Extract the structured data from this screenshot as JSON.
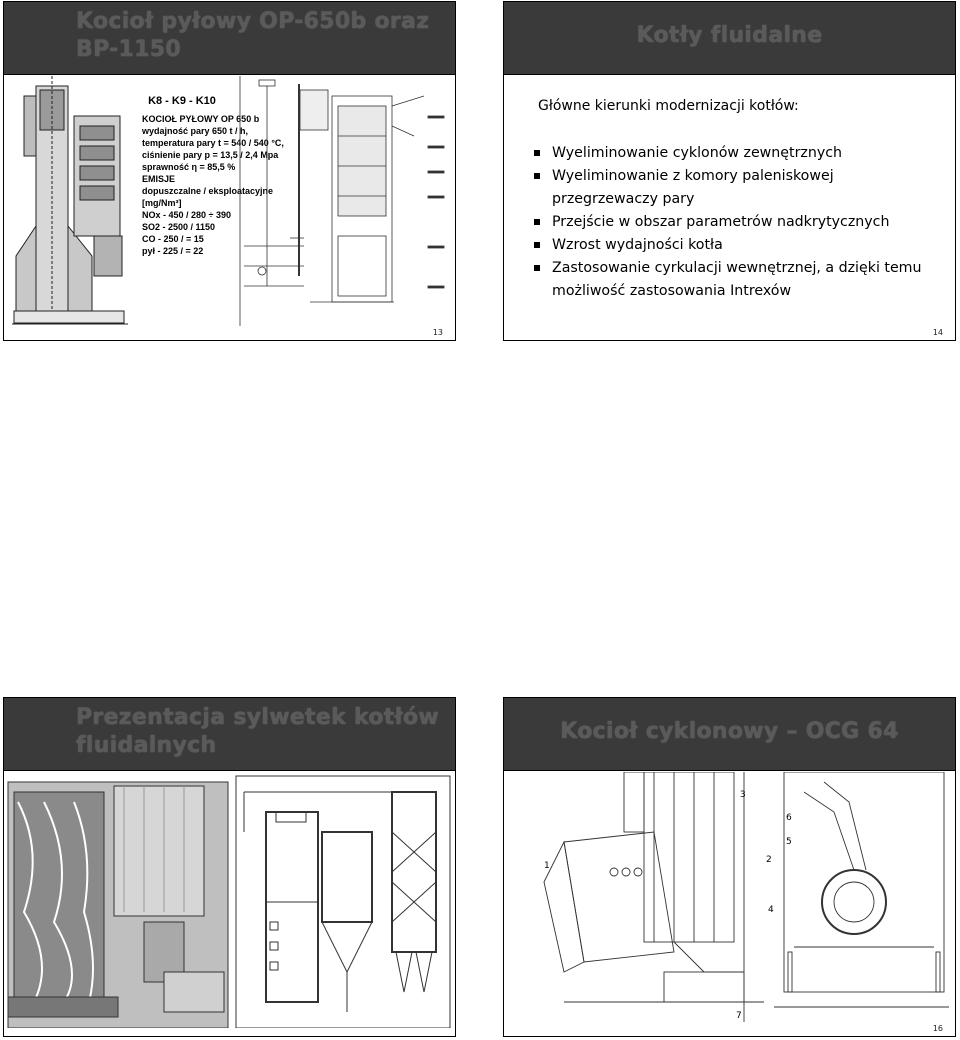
{
  "slides": {
    "s13": {
      "title": "Kocioł pyłowy OP-650b oraz BP-1150",
      "number": "13",
      "spec_lines": [
        "K8 - K9 - K10",
        "KOCIOŁ PYŁOWY OP 650 b",
        "wydajność pary 650 t / h,",
        "temperatura pary t = 540 / 540 °C,",
        "ciśnienie pary p = 13,5 / 2,4 Mpa",
        "sprawność η = 85,5 %",
        "EMISJE",
        "dopuszczalne / eksploatacyjne",
        "[mg/Nm³]",
        "NOx - 450 / 280 ÷ 390",
        "SO2 - 2500 / 1150",
        "CO - 250 / = 15",
        "pył - 225 / = 22"
      ]
    },
    "s14": {
      "title": "Kotły fluidalne",
      "number": "14",
      "intro": "Główne kierunki modernizacji kotłów:",
      "bullets": [
        "Wyeliminowanie cyklonów zewnętrznych",
        "Wyeliminowanie z komory paleniskowej przegrzewaczy pary",
        "Przejście w obszar parametrów nadkrytycznych",
        "Wzrost wydajności kotła",
        "Zastosowanie cyrkulacji wewnętrznej, a dzięki temu możliwość zastosowania Intrexów"
      ]
    },
    "s15": {
      "title": "Prezentacja sylwetek kotłów fluidalnych",
      "number": ""
    },
    "s16": {
      "title": "Kocioł cyklonowy – OCG 64",
      "number": "16",
      "callouts": [
        "1",
        "2",
        "3",
        "4",
        "5",
        "6",
        "7"
      ]
    }
  }
}
